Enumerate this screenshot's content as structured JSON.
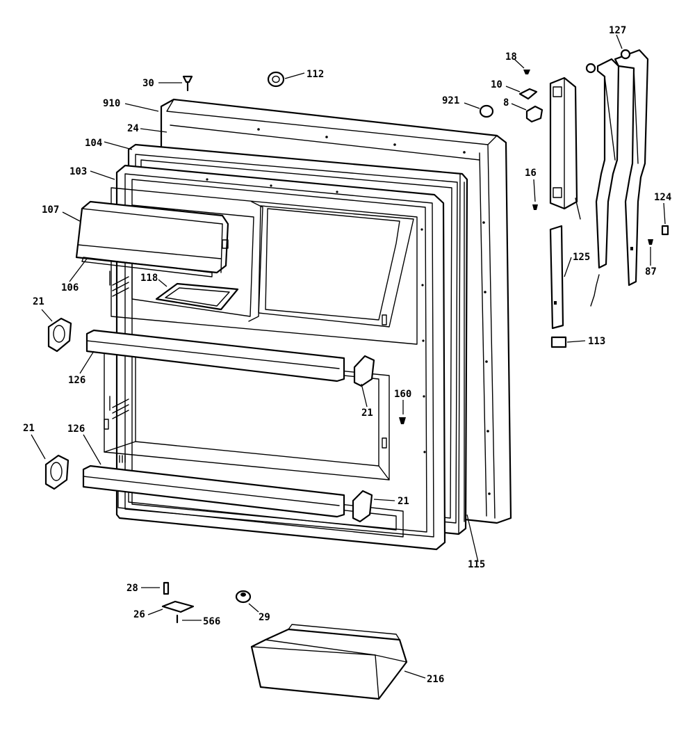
{
  "diagram": {
    "callouts": [
      {
        "id": "c30",
        "text": "30"
      },
      {
        "id": "c112",
        "text": "112"
      },
      {
        "id": "c910",
        "text": "910"
      },
      {
        "id": "c24",
        "text": "24"
      },
      {
        "id": "c104",
        "text": "104"
      },
      {
        "id": "c103",
        "text": "103"
      },
      {
        "id": "c107",
        "text": "107"
      },
      {
        "id": "c106",
        "text": "106"
      },
      {
        "id": "c118",
        "text": "118"
      },
      {
        "id": "c21a",
        "text": "21"
      },
      {
        "id": "c126a",
        "text": "126"
      },
      {
        "id": "c21b",
        "text": "21"
      },
      {
        "id": "c160",
        "text": "160"
      },
      {
        "id": "c21c",
        "text": "21"
      },
      {
        "id": "c126b",
        "text": "126"
      },
      {
        "id": "c21d",
        "text": "21"
      },
      {
        "id": "c115",
        "text": "115"
      },
      {
        "id": "c921",
        "text": "921"
      },
      {
        "id": "c18",
        "text": "18"
      },
      {
        "id": "c10",
        "text": "10"
      },
      {
        "id": "c8",
        "text": "8"
      },
      {
        "id": "c16",
        "text": "16"
      },
      {
        "id": "c127",
        "text": "127"
      },
      {
        "id": "c124",
        "text": "124"
      },
      {
        "id": "c125",
        "text": "125"
      },
      {
        "id": "c87",
        "text": "87"
      },
      {
        "id": "c113",
        "text": "113"
      },
      {
        "id": "c28",
        "text": "28"
      },
      {
        "id": "c26",
        "text": "26"
      },
      {
        "id": "c566",
        "text": "566"
      },
      {
        "id": "c29",
        "text": "29"
      },
      {
        "id": "c216",
        "text": "216"
      }
    ]
  }
}
